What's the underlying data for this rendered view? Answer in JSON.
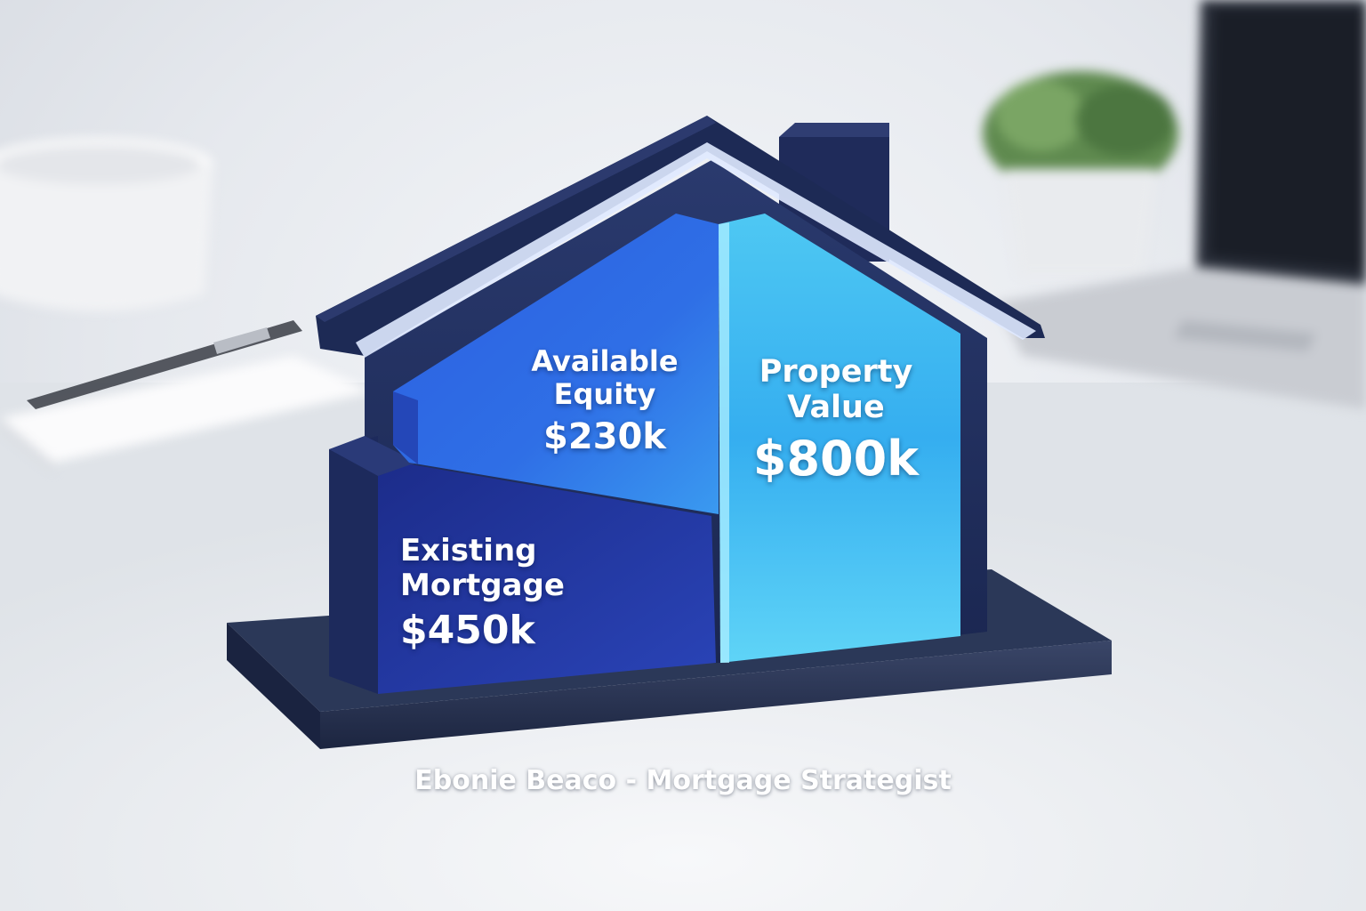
{
  "segments": {
    "available_equity": {
      "line1": "Available",
      "line2": "Equity",
      "amount": "$230k"
    },
    "property_value": {
      "line1": "Property",
      "line2": "Value",
      "amount": "$800k"
    },
    "existing_mortgage": {
      "line1": "Existing",
      "line2": "Mortgage",
      "amount": "$450k"
    }
  },
  "caption": "Ebonie Beaco - Mortgage Strategist",
  "colors": {
    "house_frame": "#1f2d5a",
    "equity": "#2f5fd6",
    "property": "#35b8ec",
    "mortgage": "#23359a",
    "base": "#2a3654"
  }
}
